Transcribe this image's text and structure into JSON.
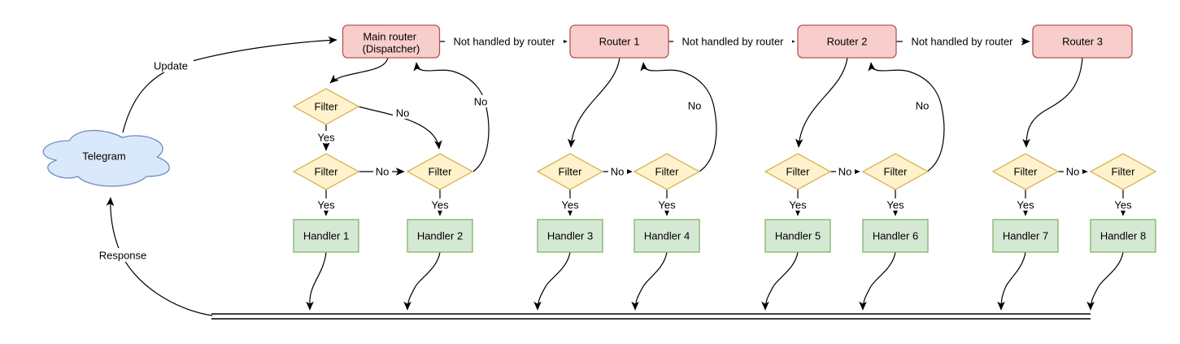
{
  "diagram": {
    "nodes": {
      "telegram": {
        "label": "Telegram"
      },
      "main_router": {
        "label_line1": "Main router",
        "label_line2": "(Dispatcher)"
      },
      "router1": {
        "label": "Router 1"
      },
      "router2": {
        "label": "Router 2"
      },
      "router3": {
        "label": "Router 3"
      },
      "filter": {
        "label": "Filter"
      },
      "handlers": [
        {
          "label": "Handler 1"
        },
        {
          "label": "Handler 2"
        },
        {
          "label": "Handler 3"
        },
        {
          "label": "Handler 4"
        },
        {
          "label": "Handler 5"
        },
        {
          "label": "Handler 6"
        },
        {
          "label": "Handler 7"
        },
        {
          "label": "Handler 8"
        }
      ]
    },
    "edge_labels": {
      "update": "Update",
      "response": "Response",
      "not_handled": "Not handled by router",
      "yes": "Yes",
      "no": "No"
    },
    "colors": {
      "router_fill": "#f8cecc",
      "router_stroke": "#b85450",
      "filter_fill": "#fff2cc",
      "filter_stroke": "#d6b656",
      "handler_fill": "#d5e8d4",
      "handler_stroke": "#82b366",
      "cloud_fill": "#dae8fc",
      "cloud_stroke": "#6c8ebf",
      "edge": "#000000"
    }
  }
}
